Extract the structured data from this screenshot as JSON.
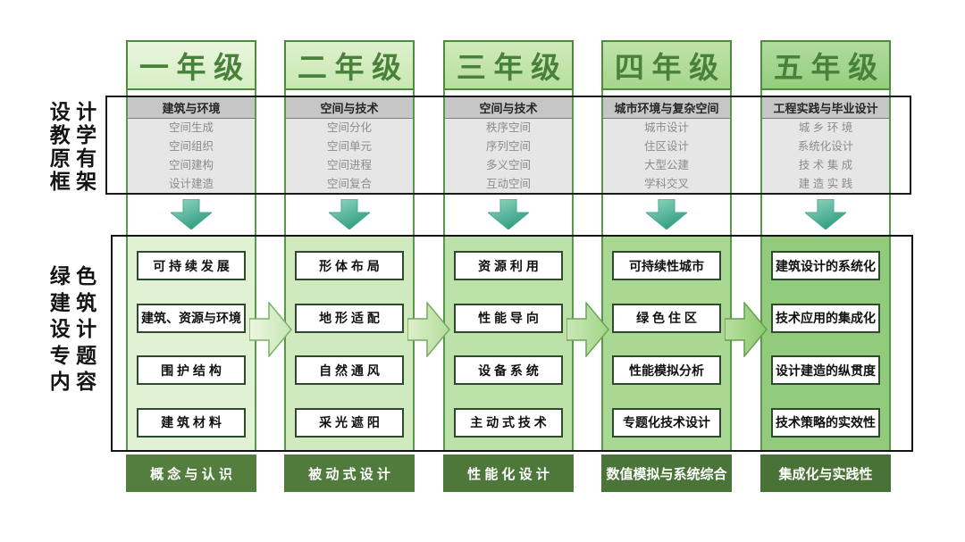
{
  "left_labels": {
    "framework": [
      "设 计",
      "教 学",
      "原 有",
      "框 架"
    ],
    "content": [
      "绿 色",
      "建 筑",
      "设 计",
      "专 题",
      "内 容"
    ]
  },
  "columns": [
    {
      "grade": "一年级",
      "framework": {
        "theme": "建筑与环境",
        "items": [
          "空间生成",
          "空间组织",
          "空间建构",
          "设计建造"
        ]
      },
      "topics": [
        "可 持 续 发 展",
        "建筑、资源与环境",
        "围 护 结 构",
        "建 筑 材 料"
      ],
      "stage": "概 念 与 认 识"
    },
    {
      "grade": "二年级",
      "framework": {
        "theme": "空间与技术",
        "items": [
          "空间分化",
          "空间单元",
          "空间进程",
          "空间复合"
        ]
      },
      "topics": [
        "形 体 布 局",
        "地 形 适 配",
        "自 然 通 风",
        "采 光 遮 阳"
      ],
      "stage": "被 动 式 设 计"
    },
    {
      "grade": "三年级",
      "framework": {
        "theme": "空间与技术",
        "items": [
          "秩序空间",
          "序列空间",
          "多义空间",
          "互动空间"
        ]
      },
      "topics": [
        "资 源 利 用",
        "性 能 导 向",
        "设 备 系 统",
        "主 动 式 技 术"
      ],
      "stage": "性 能 化 设 计"
    },
    {
      "grade": "四年级",
      "framework": {
        "theme": "城市环境与复杂空间",
        "items": [
          "城市设计",
          "住区设计",
          "大型公建",
          "学科交叉"
        ]
      },
      "topics": [
        "可持续性城市",
        "绿 色 住 区",
        "性能模拟分析",
        "专题化技术设计"
      ],
      "stage": "数值模拟与系统综合"
    },
    {
      "grade": "五年级",
      "framework": {
        "theme": "工程实践与毕业设计",
        "items": [
          "城 乡 环 境",
          "系统化设计",
          "技 术 集 成",
          "建 造 实 践"
        ]
      },
      "topics": [
        "建筑设计的系统化",
        "技术应用的集成化",
        "设计建造的纵贯度",
        "技术策略的实效性"
      ],
      "stage": "集成化与实践性"
    }
  ],
  "palette": {
    "grade_border": "#4c8a3c",
    "grade_text": "#47813a",
    "grade_fills": [
      [
        "#eaf6de",
        "#d6eec4"
      ],
      [
        "#def1cd",
        "#c8e7b1"
      ],
      [
        "#d0eaba",
        "#b8df9e"
      ],
      [
        "#c0e2a9",
        "#a6d68c"
      ],
      [
        "#b1db9f",
        "#95ce7e"
      ]
    ],
    "strip_border": "#57984a",
    "frame_border": "#1a1a1a",
    "framework_header_bg": "#c6c6c6",
    "framework_header_text": "#262626",
    "framework_items_bg": "#e6e6e6",
    "framework_item_text": "#8c8c8c",
    "down_arrow_gradient": [
      "#96dac4",
      "#2f9c80"
    ],
    "panel_fills": [
      "#e1f2d4",
      "#d0eabe",
      "#bde2a9",
      "#a9d893",
      "#93cb7d"
    ],
    "topic_box_border": "#2d4a2d",
    "flow_arrow_fills": [
      [
        "#edf6e2",
        "#c8e6b4"
      ],
      [
        "#dcefc8",
        "#b6dd9e"
      ],
      [
        "#cce8b6",
        "#a2d488"
      ],
      [
        "#b9dfa0",
        "#8cc971"
      ]
    ],
    "flow_arrow_strokes": [
      "#78b264",
      "#71ac5e",
      "#6aa657",
      "#63a050"
    ],
    "stage_fills": [
      "#547e3e",
      "#517b3c",
      "#4e783a",
      "#4b7538",
      "#487236"
    ],
    "stage_text": "#ffffff"
  }
}
